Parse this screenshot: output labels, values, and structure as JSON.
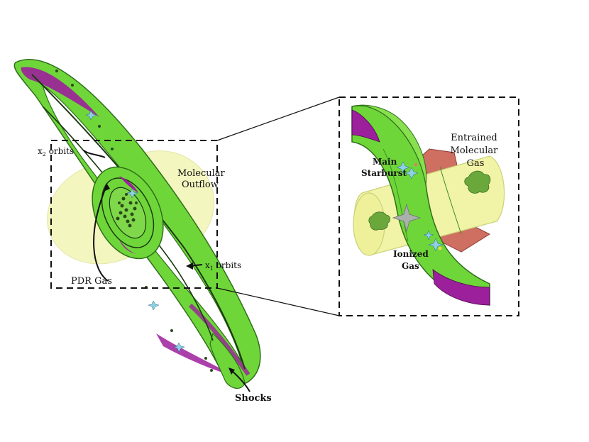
{
  "labels": {
    "x2_orbits": {
      "sym": "x",
      "sub": "2",
      "text": " orbits"
    },
    "x1_orbits": {
      "sym": "x",
      "sub": "1",
      "text": " orbits"
    },
    "molecular_outflow": [
      "Molecular",
      "Outflow"
    ],
    "pdr_gas": "PDR Gas",
    "shocks": "Shocks",
    "main_starburst": [
      "Main",
      "Starburst"
    ],
    "entrained_molecular_gas": [
      "Entrained",
      "Molecular",
      "Gas"
    ],
    "ionized_gas": [
      "Ionized",
      "Gas"
    ]
  },
  "colors": {
    "ring_green": "#6fd63a",
    "ring_edge": "#2f6f1a",
    "dark_green": "#3d8f22",
    "magenta": "#9c1f9c",
    "outflow_yellow": "#f1f3a6",
    "outflow_edge": "#c9d27a",
    "red_cone": "#cf6f62",
    "star_blue": "#8fd0e8",
    "star_gray": "#a9b1aa"
  },
  "icons": {
    "stars": "four-point-star-icon",
    "clusters": "star-cluster-icon"
  }
}
